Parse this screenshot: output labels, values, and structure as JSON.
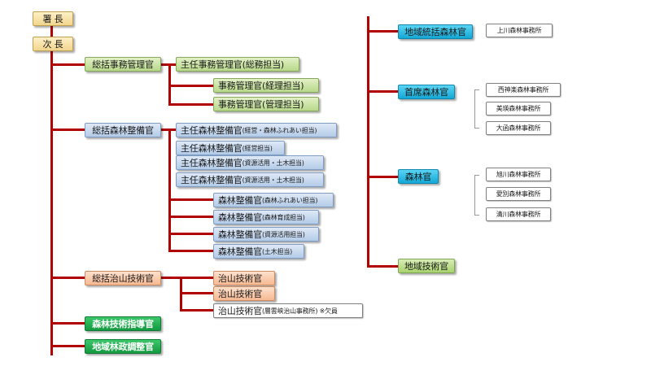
{
  "left": {
    "shocho": "署 長",
    "jicho": "次 長",
    "somu": {
      "head": "総括事務管理官",
      "items": [
        {
          "main": "主任事務管理官",
          "sub": "(総務担当)"
        },
        {
          "main": "事務管理官",
          "sub": "(経理担当)"
        },
        {
          "main": "事務管理官",
          "sub": "(管理担当)"
        }
      ]
    },
    "shinrin": {
      "head": "総括森林整備官",
      "items": [
        {
          "main": "主任森林整備官",
          "sub": "(経営・森林ふれあい担当)"
        },
        {
          "main": "主任森林整備官",
          "sub": "(経営担当)"
        },
        {
          "main": "主任森林整備官",
          "sub": "(資源活用・土木担当)"
        },
        {
          "main": "主任森林整備官",
          "sub": "(資源活用・土木担当)"
        },
        {
          "main": "森林整備官",
          "sub": "(森林ふれあい担当)"
        },
        {
          "main": "森林整備官",
          "sub": "(森林育成担当)"
        },
        {
          "main": "森林整備官",
          "sub": "(資源活用担当)"
        },
        {
          "main": "森林整備官",
          "sub": "(土木担当)"
        }
      ]
    },
    "chisan": {
      "head": "総括治山技術官",
      "items": [
        {
          "main": "治山技術官",
          "sub": ""
        },
        {
          "main": "治山技術官",
          "sub": ""
        },
        {
          "main": "治山技術官",
          "sub": "(層雲峡治山事務所) ※欠員"
        }
      ]
    },
    "gijutsu_shido": "森林技術指導官",
    "chiiki_chosei": "地域林政調整官"
  },
  "right": {
    "tokatsu": "地域統括森林官",
    "tokatsu_office": "上川森林事務所",
    "shuseki": "首席森林官",
    "shuseki_offices": [
      "西神楽森林事務所",
      "美瑛森林事務所",
      "大函森林事務所"
    ],
    "shinrinkan": "森林官",
    "shinrinkan_offices": [
      "旭川森林事務所",
      "愛別森林事務所",
      "清川森林事務所"
    ],
    "gijutsukan": "地域技術官"
  }
}
